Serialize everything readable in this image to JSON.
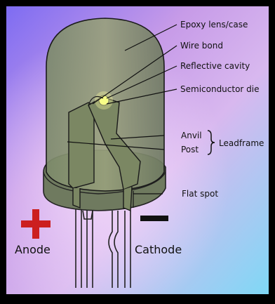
{
  "labels": {
    "epoxy_lens": "Epoxy lens/case",
    "wire_bond": "Wire bond",
    "reflective_cavity": "Reflective cavity",
    "semiconductor_die": "Semiconductor die",
    "anvil": "Anvil",
    "post": "Post",
    "leadframe": "Leadframe",
    "flat_spot": "Flat spot",
    "anode": "Anode",
    "cathode": "Cathode"
  },
  "colors": {
    "anode_sign": "#cc1f1f",
    "cathode_sign": "#111111",
    "frame": "#000000"
  }
}
